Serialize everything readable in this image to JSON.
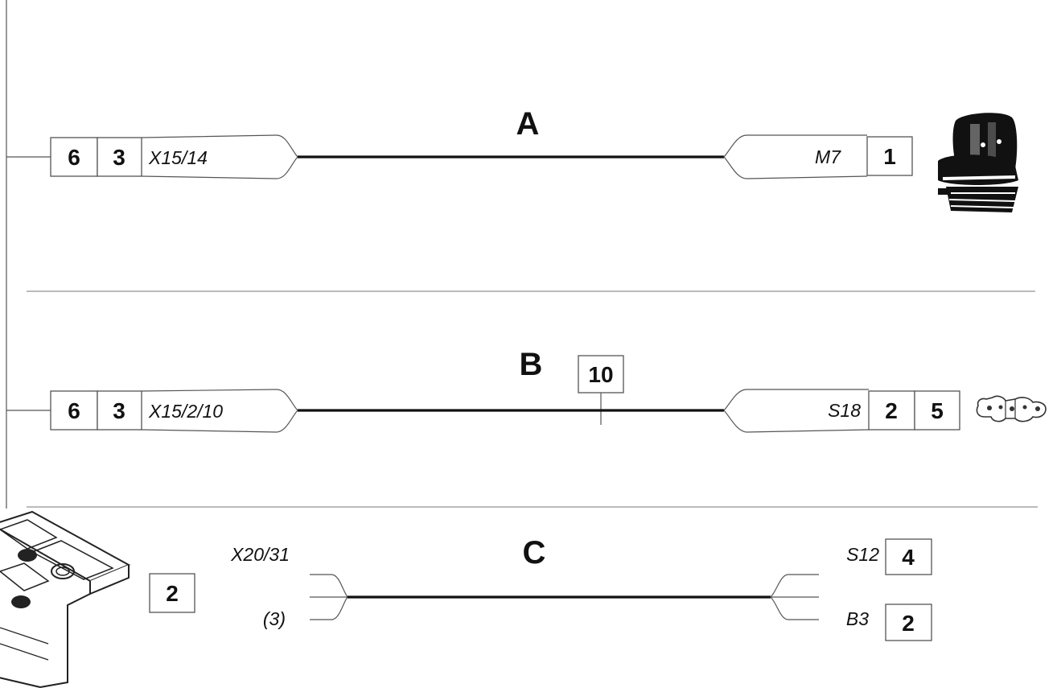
{
  "sections": {
    "a": {
      "label": "A",
      "left": {
        "num1": "6",
        "num2": "3",
        "connector": "X15/14"
      },
      "right": {
        "connector": "M7",
        "num1": "1"
      },
      "component_icon": "seat-icon"
    },
    "b": {
      "label": "B",
      "mid_box": "10",
      "left": {
        "num1": "6",
        "num2": "3",
        "connector": "X15/2/10"
      },
      "right": {
        "connector": "S18",
        "num1": "2",
        "num2": "5"
      },
      "component_icon": "switch-icon"
    },
    "c": {
      "label": "C",
      "component_icon": "instrument-panel-icon",
      "left": {
        "num1": "2",
        "connector": "X20/31",
        "pin": "(3)"
      },
      "right": {
        "top": {
          "connector": "S12",
          "num1": "4"
        },
        "bottom": {
          "connector": "B3",
          "num1": "2"
        }
      }
    }
  }
}
